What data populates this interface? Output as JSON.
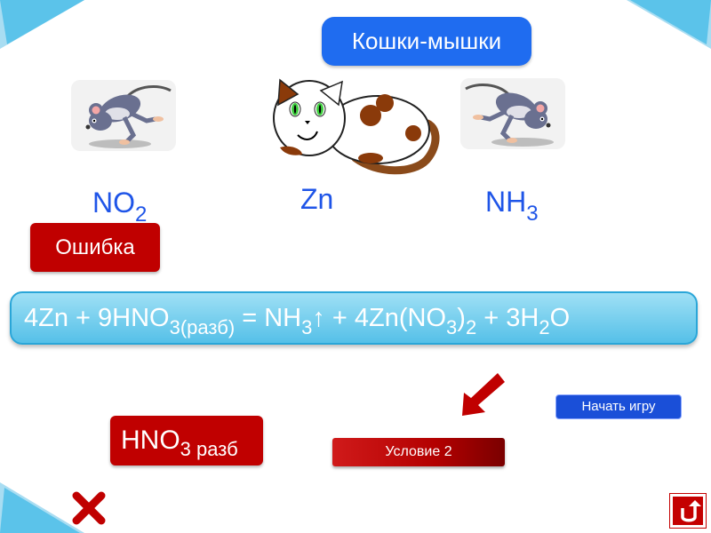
{
  "title": "Кошки-мышки",
  "left_formula": {
    "main": "NO",
    "sub": "2"
  },
  "center_formula": "Zn",
  "right_formula": {
    "main": "NH",
    "sub": "3"
  },
  "error_button": "Ошибка",
  "equation": {
    "p1": "4Zn + 9HNO",
    "s1": "3(разб)",
    "p2": " = NH",
    "s2": "3",
    "p3": "↑ + 4Zn(NO",
    "s3": "3",
    "p4": ")",
    "s4": "2",
    "p5": " + 3H",
    "s5": "2",
    "p6": "O"
  },
  "start_button": "Начать игру",
  "hno3_button": {
    "main": "HNO",
    "sub": "3 разб"
  },
  "condition_button": "Условие 2",
  "icons": {
    "mouse_left": "mouse-icon",
    "cat": "cat-icon",
    "mouse_right": "mouse-icon",
    "arrow": "arrow-down-left-icon",
    "close": "close-icon",
    "return": "return-icon"
  },
  "colors": {
    "title_blue": "#1f6cf0",
    "formula_blue": "#1f55e8",
    "error_red": "#c00000",
    "equation_cyan": "#55c0e8"
  }
}
